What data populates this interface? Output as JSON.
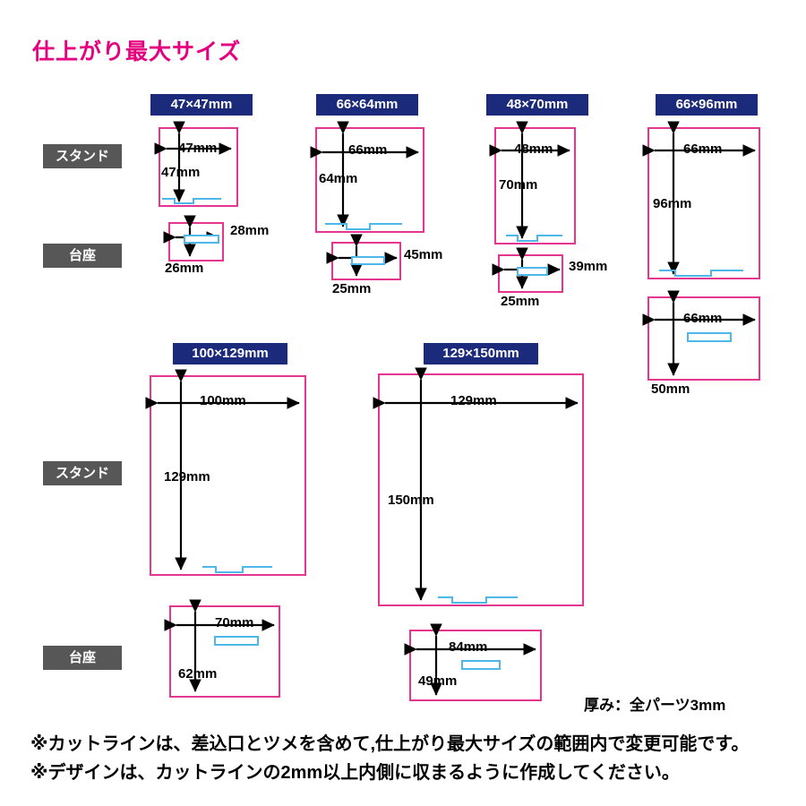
{
  "title": "仕上がり最大サイズ",
  "row_labels": {
    "stand": "スタンド",
    "base": "台座"
  },
  "columns_top": [
    {
      "header": "47×47mm",
      "stand": {
        "width_label": "47mm",
        "height_label": "47mm"
      },
      "base": {
        "width_label": "28mm",
        "height_label": "26mm"
      }
    },
    {
      "header": "66×64mm",
      "stand": {
        "width_label": "66mm",
        "height_label": "64mm"
      },
      "base": {
        "width_label": "45mm",
        "height_label": "25mm"
      }
    },
    {
      "header": "48×70mm",
      "stand": {
        "width_label": "48mm",
        "height_label": "70mm"
      },
      "base": {
        "width_label": "39mm",
        "height_label": "25mm"
      }
    },
    {
      "header": "66×96mm",
      "stand": {
        "width_label": "66mm",
        "height_label": "96mm"
      },
      "base": {
        "width_label": "66mm",
        "height_label": "50mm"
      }
    }
  ],
  "columns_bottom": [
    {
      "header": "100×129mm",
      "stand": {
        "width_label": "100mm",
        "height_label": "129mm"
      },
      "base": {
        "width_label": "70mm",
        "height_label": "62mm"
      }
    },
    {
      "header": "129×150mm",
      "stand": {
        "width_label": "129mm",
        "height_label": "150mm"
      },
      "base": {
        "width_label": "84mm",
        "height_label": "49mm"
      }
    }
  ],
  "thickness_note": "厚み：全パーツ3mm",
  "notes": [
    "※カットラインは、差込口とツメを含めて,仕上がり最大サイズの範囲内で変更可能です。",
    "※デザインは、カットラインの2mm以上内側に収まるように作成してください。"
  ],
  "colors": {
    "title": "#e5007f",
    "header_chip": "#1b2a7a",
    "row_chip": "#575757",
    "cut_line": "#e5368f",
    "tab_line": "#4cb7e8",
    "arrow": "#000000"
  }
}
